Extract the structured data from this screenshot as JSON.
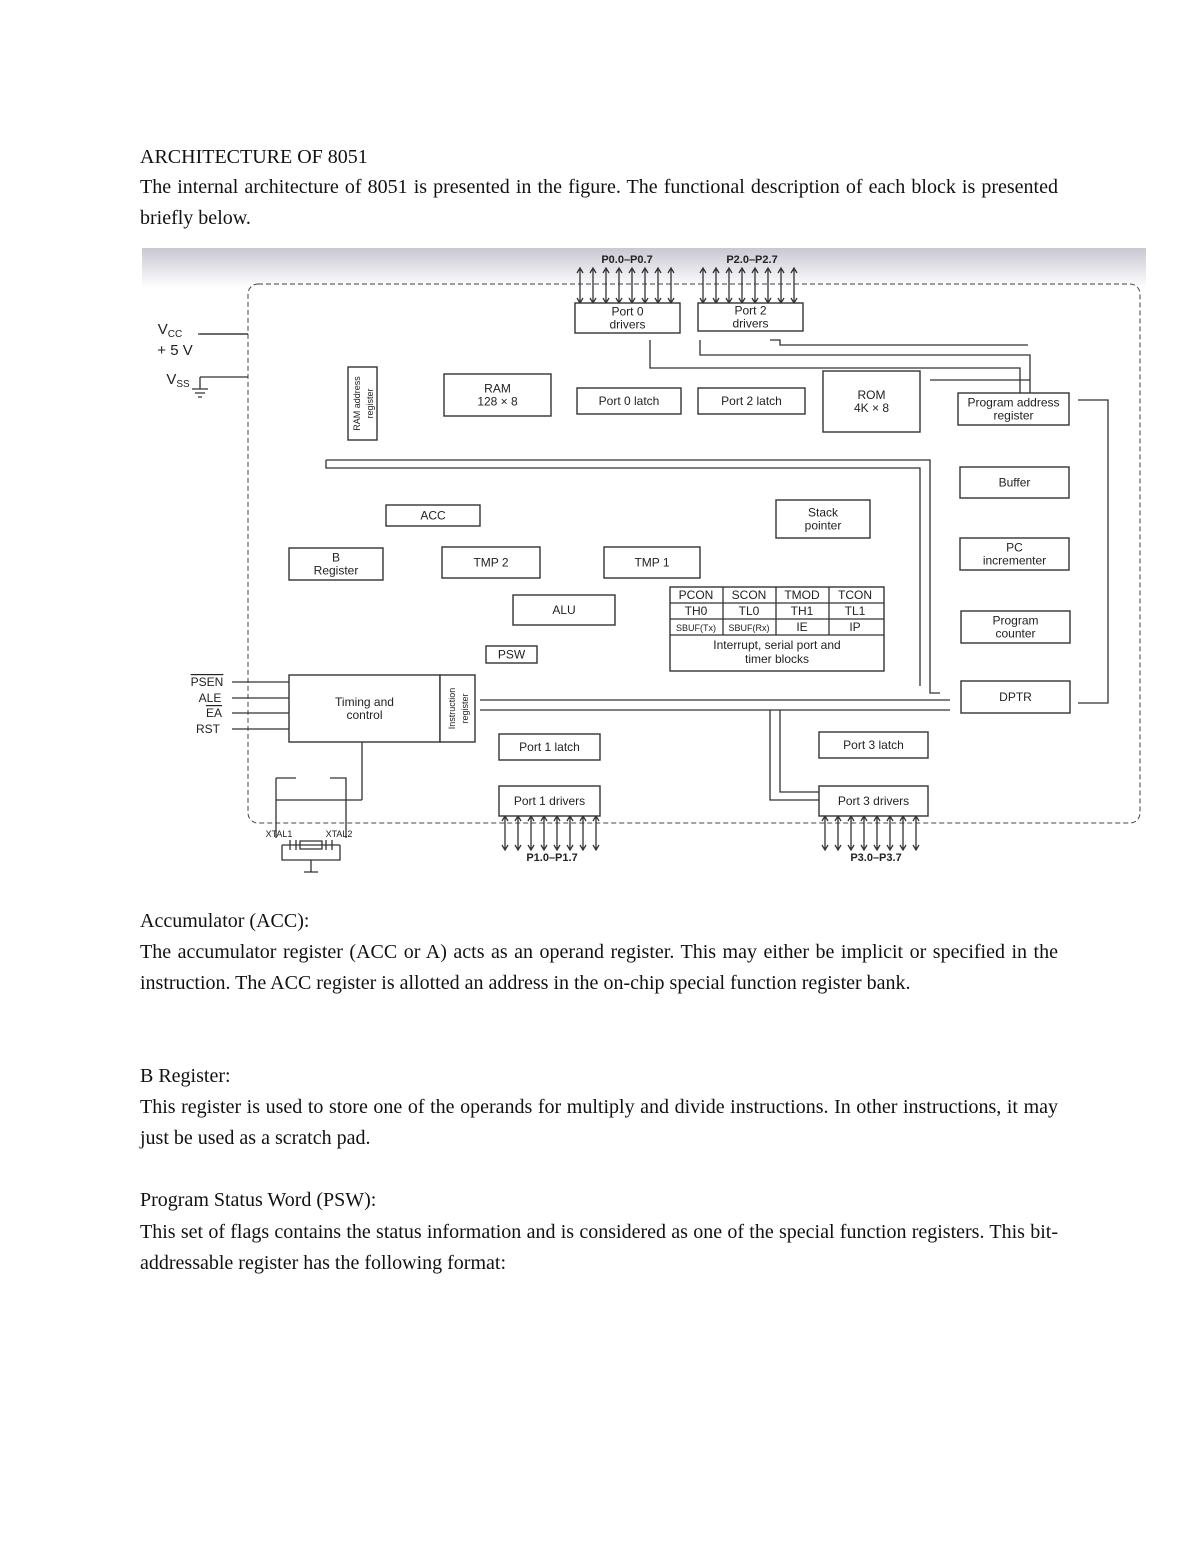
{
  "document": {
    "title": "ARCHITECTURE OF 8051",
    "intro": "The internal architecture of 8051 is presented in the figure. The functional description of each block is presented briefly below.",
    "sections": [
      {
        "heading": "Accumulator (ACC):",
        "body": "The accumulator register (ACC or A) acts as an operand register. This may either be implicit or specified in the instruction. The ACC register is allotted an address in the on-chip special function register bank."
      },
      {
        "heading": "B Register:",
        "body": "This register is used to store one of the operands for multiply and divide instructions. In other instructions, it may just be used as a scratch pad."
      },
      {
        "heading": "Program Status Word (PSW):",
        "body": "This set of flags contains the status information and is considered as one of the special function registers. This bit-addressable register has the following format:"
      }
    ]
  },
  "diagram": {
    "pins": {
      "p0": "P0.0–P0.7",
      "p2": "P2.0–P2.7",
      "p1": "P1.0–P1.7",
      "p3": "P3.0–P3.7"
    },
    "power": {
      "vcc": "V",
      "vcc_sub": "CC",
      "plus5v": "+ 5 V",
      "vss": "V",
      "vss_sub": "SS"
    },
    "control_pins": {
      "psen": "PSEN",
      "ale": "ALE",
      "ea": "EA",
      "rst": "RST",
      "xtal1": "XTAL1",
      "xtal2": "XTAL2"
    },
    "blocks": {
      "port0_drivers": [
        "Port 0",
        "drivers"
      ],
      "port2_drivers": [
        "Port 2",
        "drivers"
      ],
      "port0_latch": "Port 0 latch",
      "port2_latch": "Port 2 latch",
      "ram": [
        "RAM",
        "128 × 8"
      ],
      "ram_addr": [
        "RAM address",
        "register"
      ],
      "rom": [
        "ROM",
        "4K × 8"
      ],
      "prog_addr": [
        "Program address",
        "register"
      ],
      "buffer": "Buffer",
      "pc_inc": [
        "PC",
        "incrementer"
      ],
      "prog_counter": [
        "Program",
        "counter"
      ],
      "dptr": "DPTR",
      "stack": [
        "Stack",
        "pointer"
      ],
      "acc": "ACC",
      "breg": [
        "B",
        "Register"
      ],
      "tmp2": "TMP 2",
      "tmp1": "TMP 1",
      "alu": "ALU",
      "psw": "PSW",
      "timing": [
        "Timing and",
        "control"
      ],
      "instr_reg": [
        "Instruction",
        "register"
      ],
      "port1_latch": "Port 1 latch",
      "port1_drivers": "Port 1 drivers",
      "port3_latch": "Port 3 latch",
      "port3_drivers": "Port 3 drivers"
    },
    "sfr_table": {
      "rows": [
        [
          "PCON",
          "SCON",
          "TMOD",
          "TCON"
        ],
        [
          "TH0",
          "TL0",
          "TH1",
          "TL1"
        ],
        [
          "SBUF(Tx)",
          "SBUF(Rx)",
          "IE",
          "IP"
        ]
      ],
      "caption": [
        "Interrupt, serial port and",
        "timer blocks"
      ]
    }
  }
}
